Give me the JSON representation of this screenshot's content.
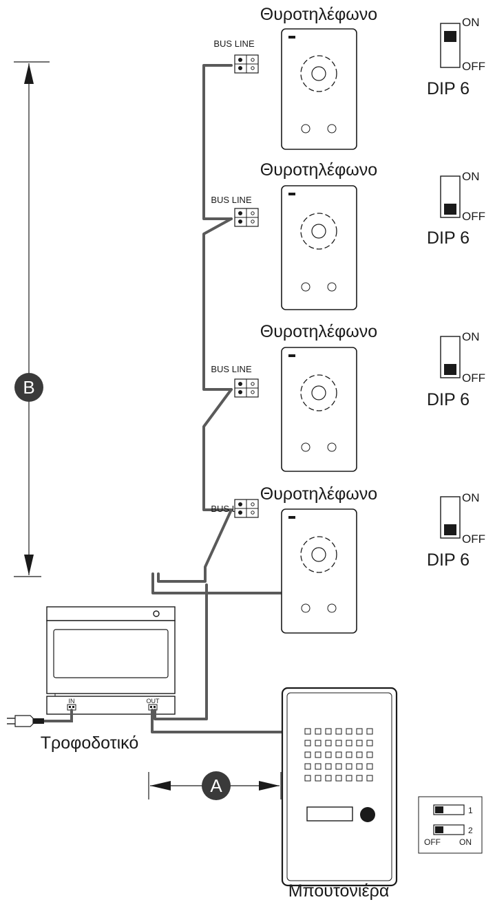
{
  "intercoms": [
    {
      "title": "Θυροτηλέφωνο",
      "bus_label": "BUS LINE",
      "dip": {
        "on_label": "ON",
        "off_label": "OFF",
        "name": "DIP 6",
        "state": "ON"
      }
    },
    {
      "title": "Θυροτηλέφωνο",
      "bus_label": "BUS LINE",
      "dip": {
        "on_label": "ON",
        "off_label": "OFF",
        "name": "DIP 6",
        "state": "OFF"
      }
    },
    {
      "title": "Θυροτηλέφωνο",
      "bus_label": "BUS LINE",
      "dip": {
        "on_label": "ON",
        "off_label": "OFF",
        "name": "DIP 6",
        "state": "OFF"
      }
    },
    {
      "title": "Θυροτηλέφωνο",
      "bus_label": "BUS LINE",
      "dip": {
        "on_label": "ON",
        "off_label": "OFF",
        "name": "DIP 6",
        "state": "OFF"
      }
    }
  ],
  "power_supply": {
    "label": "Τροφοδοτικό",
    "in_label": "IN",
    "out_label": "OUT"
  },
  "door_panel": {
    "label": "Μπουτονιέρα",
    "switches": [
      {
        "number": "1",
        "state": "OFF"
      },
      {
        "number": "2",
        "state": "OFF"
      }
    ],
    "off_label": "OFF",
    "on_label": "ON"
  },
  "dimensions": {
    "a_label": "A",
    "b_label": "B"
  },
  "colors": {
    "line": "#1a1a1a",
    "cable": "#5a5a5a",
    "marker": "#3a3a3a"
  }
}
